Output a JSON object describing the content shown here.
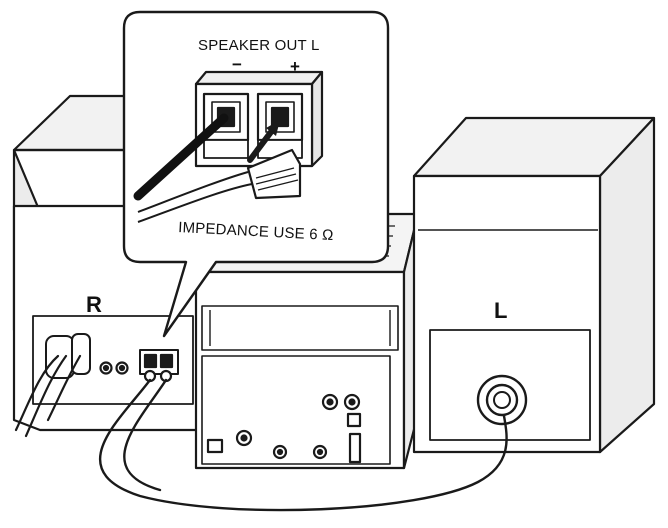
{
  "callout": {
    "title": "SPEAKER OUT L",
    "minus": "−",
    "plus": "+",
    "impedance": "IMPEDANCE USE 6 Ω"
  },
  "speakers": {
    "right_label": "R",
    "left_label": "L"
  },
  "colors": {
    "stroke": "#1a1a1a",
    "panel": "#ffffff",
    "shade": "#e8e8e8",
    "cable": "#111111"
  },
  "icons": {
    "terminal": "speaker-terminal-icon",
    "arrow": "insert-arrow-icon"
  }
}
